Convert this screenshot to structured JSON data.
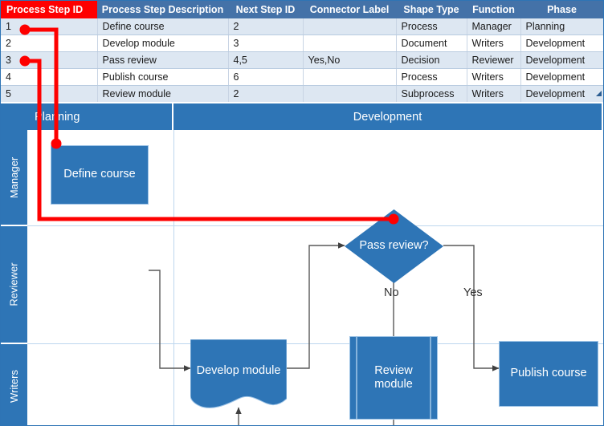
{
  "table": {
    "columns": [
      {
        "label": "Process Step ID",
        "highlight": true
      },
      {
        "label": "Process Step Description",
        "highlight": false
      },
      {
        "label": "Next Step ID",
        "highlight": false
      },
      {
        "label": "Connector Label",
        "highlight": false
      },
      {
        "label": "Shape Type",
        "highlight": false
      },
      {
        "label": "Function",
        "highlight": false
      },
      {
        "label": "Phase",
        "highlight": false
      }
    ],
    "rows": [
      {
        "id": "1",
        "description": "Define course",
        "next": "2",
        "connector": "",
        "shape": "Process",
        "function": "Manager",
        "phase": "Planning"
      },
      {
        "id": "2",
        "description": "Develop module",
        "next": "3",
        "connector": "",
        "shape": "Document",
        "function": "Writers",
        "phase": "Development"
      },
      {
        "id": "3",
        "description": "Pass review",
        "next": "4,5",
        "connector": "Yes,No",
        "shape": "Decision",
        "function": "Reviewer",
        "phase": "Development"
      },
      {
        "id": "4",
        "description": "Publish course",
        "next": "6",
        "connector": "",
        "shape": "Process",
        "function": "Writers",
        "phase": "Development"
      },
      {
        "id": "5",
        "description": "Review module",
        "next": "2",
        "connector": "",
        "shape": "Subprocess",
        "function": "Writers",
        "phase": "Development"
      }
    ]
  },
  "diagram": {
    "phases": [
      {
        "label": "Planning",
        "align": "left"
      },
      {
        "label": "Development",
        "align": "center"
      }
    ],
    "lanes": [
      {
        "label": "Manager"
      },
      {
        "label": "Reviewer"
      },
      {
        "label": "Writers"
      }
    ],
    "shapes": [
      {
        "name": "define-course",
        "label": "Define course",
        "type": "process"
      },
      {
        "name": "pass-review",
        "label": "Pass review?",
        "type": "decision"
      },
      {
        "name": "develop-module",
        "label": "Develop module",
        "type": "document"
      },
      {
        "name": "review-module",
        "label": "Review module",
        "type": "subprocess"
      },
      {
        "name": "publish-course",
        "label": "Publish course",
        "type": "process"
      }
    ],
    "edge_labels": [
      {
        "name": "edge-label-no",
        "label": "No"
      },
      {
        "name": "edge-label-yes",
        "label": "Yes"
      }
    ]
  },
  "colors": {
    "shape_fill": "#2e75b6",
    "header_fill": "#4472a8",
    "highlight": "#fe0000",
    "lane_line": "#bdd7ee",
    "connector": "#595959"
  }
}
